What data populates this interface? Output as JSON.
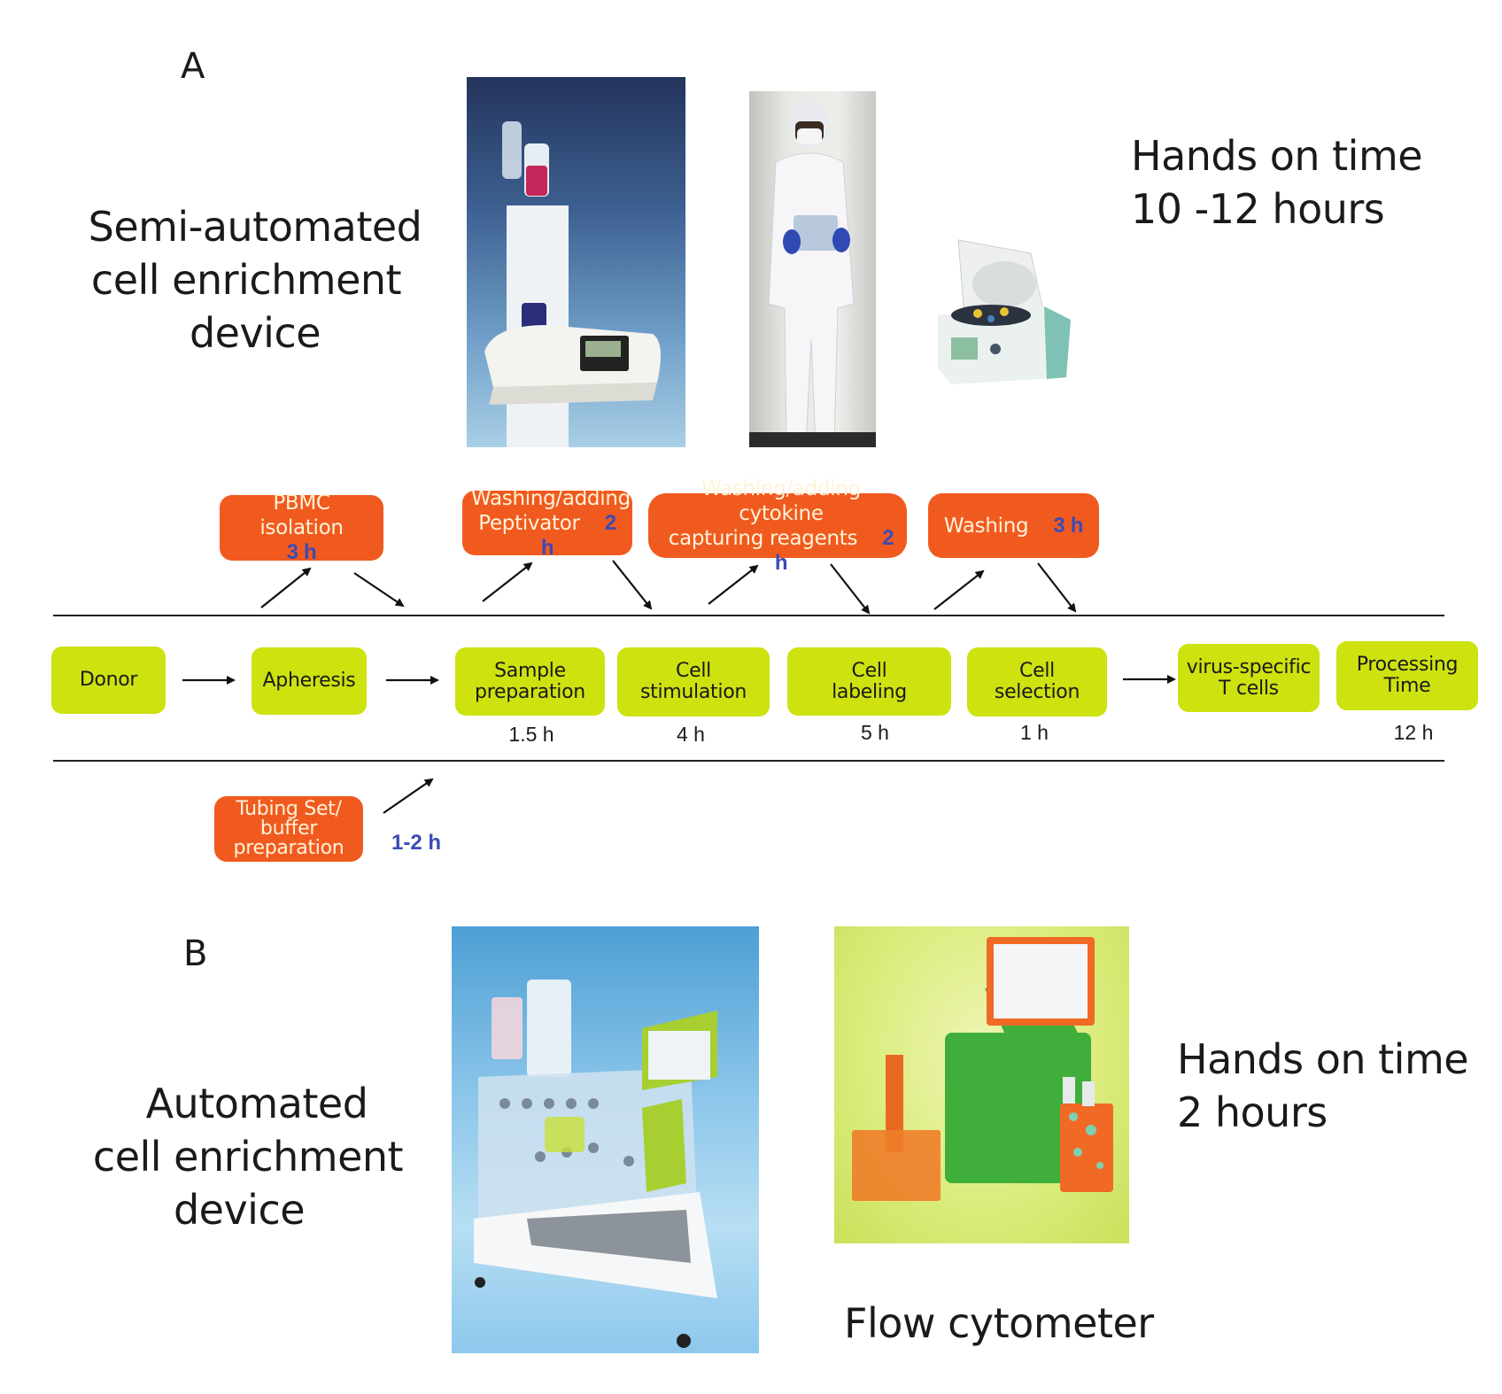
{
  "panel_a": {
    "letter": "A",
    "device_title": [
      "Semi-automated",
      "cell enrichment",
      "device"
    ],
    "hands_on": [
      "Hands on time",
      "10 -12 hours"
    ],
    "photos": [
      "clinimacs-plus-device-photo",
      "operator-in-cleanroom-suit-photo",
      "centrifuge-photo"
    ]
  },
  "manual_steps": [
    {
      "label_lines": [
        "PBMC isolation"
      ],
      "time": "3 h"
    },
    {
      "label_lines": [
        "Washing/adding",
        "Peptivator"
      ],
      "time": "2 h"
    },
    {
      "label_lines": [
        "Washing/adding cytokine",
        "capturing reagents"
      ],
      "time": "2 h"
    },
    {
      "label_lines": [
        "Washing"
      ],
      "time": "3 h"
    },
    {
      "label_lines": [
        "Tubing Set/",
        "buffer",
        "preparation"
      ],
      "time": "1-2 h"
    }
  ],
  "workflow": [
    {
      "label_lines": [
        "Donor"
      ],
      "time": ""
    },
    {
      "label_lines": [
        "Apheresis"
      ],
      "time": ""
    },
    {
      "label_lines": [
        "Sample",
        "preparation"
      ],
      "time": "1.5 h"
    },
    {
      "label_lines": [
        "Cell",
        "stimulation"
      ],
      "time": "4 h"
    },
    {
      "label_lines": [
        "Cell",
        "labeling"
      ],
      "time": "5 h"
    },
    {
      "label_lines": [
        "Cell",
        "selection"
      ],
      "time": "1 h"
    },
    {
      "label_lines": [
        "virus-specific",
        "T cells"
      ],
      "time": ""
    },
    {
      "label_lines": [
        "Processing",
        "Time"
      ],
      "time": "12 h"
    }
  ],
  "panel_b": {
    "letter": "B",
    "device_title": [
      "Automated",
      "cell enrichment",
      "device"
    ],
    "hands_on": [
      "Hands on time",
      "2 hours"
    ],
    "flow_label": "Flow cytometer",
    "photos": [
      "clinimacs-prodigy-photo",
      "flow-cytometer-photo"
    ]
  },
  "colors": {
    "manual_step": "#f15a1f",
    "workflow_step": "#cde20f",
    "time_highlight": "#3b4bb5"
  }
}
